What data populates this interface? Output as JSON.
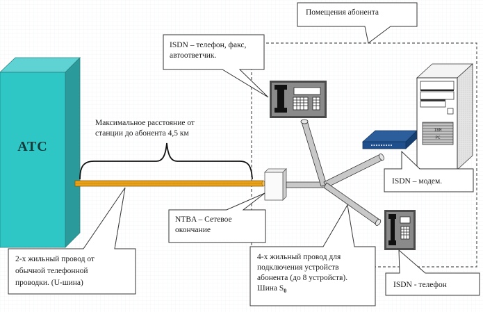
{
  "diagram": {
    "title": "ISDN subscriber connection scheme",
    "colors": {
      "atc_front": "#2fc6c6",
      "atc_top": "#5fd3d3",
      "atc_side": "#2a9a9a",
      "u_bus_wire": "#e8a21a",
      "s0_bus_wire": "#c8c8c8",
      "modem": "#1f4f8c",
      "phone_body": "#8a8a8a",
      "callout_border": "#333333",
      "premises_border": "#555555"
    },
    "atc": {
      "label": "АТС"
    },
    "distance_note": {
      "lines": [
        "Максимальное расстояние от",
        "станции до абонента 4,5 км"
      ]
    },
    "callouts": {
      "premises": {
        "lines": [
          "Помещения абонента"
        ]
      },
      "isdn_fax": {
        "lines": [
          "ISDN – телефон, факс,",
          "автоответчик."
        ]
      },
      "ntba": {
        "lines": [
          "NTBA – Сетевое",
          "окончание"
        ]
      },
      "u_bus": {
        "lines": [
          "2-х жильный провод от",
          "обычной телефонной",
          "проводки. (U-шина)"
        ]
      },
      "s0_bus": {
        "lines": [
          "4-х жильный провод для",
          "подключения устройств",
          "абонента (до 8 устройств).",
          "Шина S"
        ],
        "subscript": "0"
      },
      "isdn_modem": {
        "lines": [
          "ISDN – модем."
        ]
      },
      "isdn_phone": {
        "lines": [
          "ISDN - телефон"
        ]
      }
    },
    "pc": {
      "badge_lines": [
        "IBM",
        "PC"
      ]
    }
  }
}
